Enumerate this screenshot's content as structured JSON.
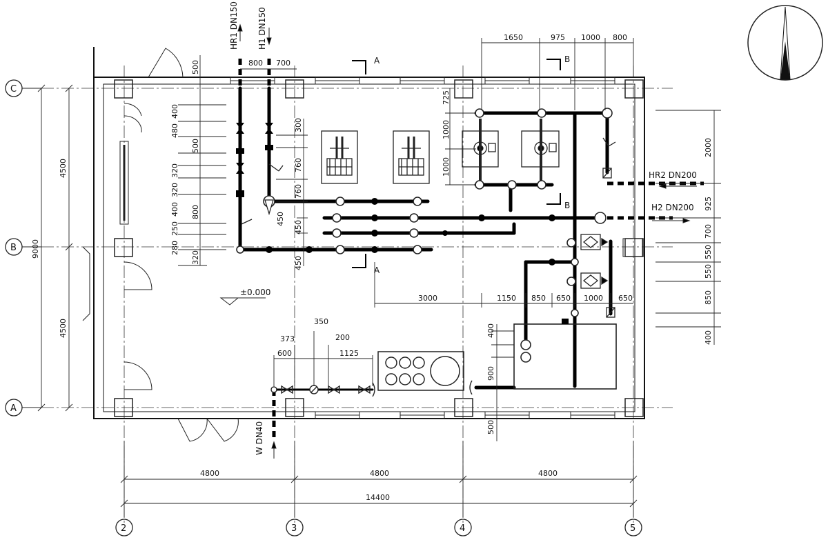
{
  "grid_axes": {
    "columns": [
      "2",
      "3",
      "4",
      "5"
    ],
    "rows": [
      "C",
      "B",
      "A"
    ]
  },
  "pipes": {
    "hr1": "HR1 DN150",
    "h1": "H1 DN150",
    "hr2": "HR2 DN200",
    "h2": "H2 DN200",
    "w": "W DN40"
  },
  "sections": {
    "a": "A",
    "b": "B"
  },
  "elevation": "±0.000",
  "dims": {
    "bottom": {
      "bay_2_3": "4800",
      "bay_3_4": "4800",
      "bay_4_5": "4800",
      "total": "14400"
    },
    "left": {
      "top_half": "4500",
      "bottom_half": "4500",
      "total": "9000"
    },
    "top_left": {
      "d800": "800",
      "d700": "700",
      "d500": "500"
    },
    "top_right": {
      "d1650": "1650",
      "d975": "975",
      "d1000": "1000",
      "d800": "800"
    },
    "left_column": [
      "400",
      "480",
      "500",
      "320",
      "320",
      "400",
      "800",
      "250",
      "280",
      "320"
    ],
    "mid_column": [
      "300",
      "760",
      "760",
      "450",
      "450",
      "450"
    ],
    "pump_group": {
      "d725": "725",
      "d1000a": "1000",
      "d1000b": "1000"
    },
    "right_column": [
      "2000",
      "925",
      "700",
      "550",
      "550",
      "850",
      "400"
    ],
    "mid_row": {
      "d3000": "3000",
      "d1150": "1150",
      "d850": "850",
      "d650a": "650",
      "d1000": "1000",
      "d650b": "650"
    },
    "water_line": {
      "d373": "373",
      "d350": "350",
      "d200": "200",
      "d600": "600",
      "d1125": "1125"
    },
    "tank": {
      "d400": "400",
      "d900": "900",
      "d500": "500"
    }
  }
}
